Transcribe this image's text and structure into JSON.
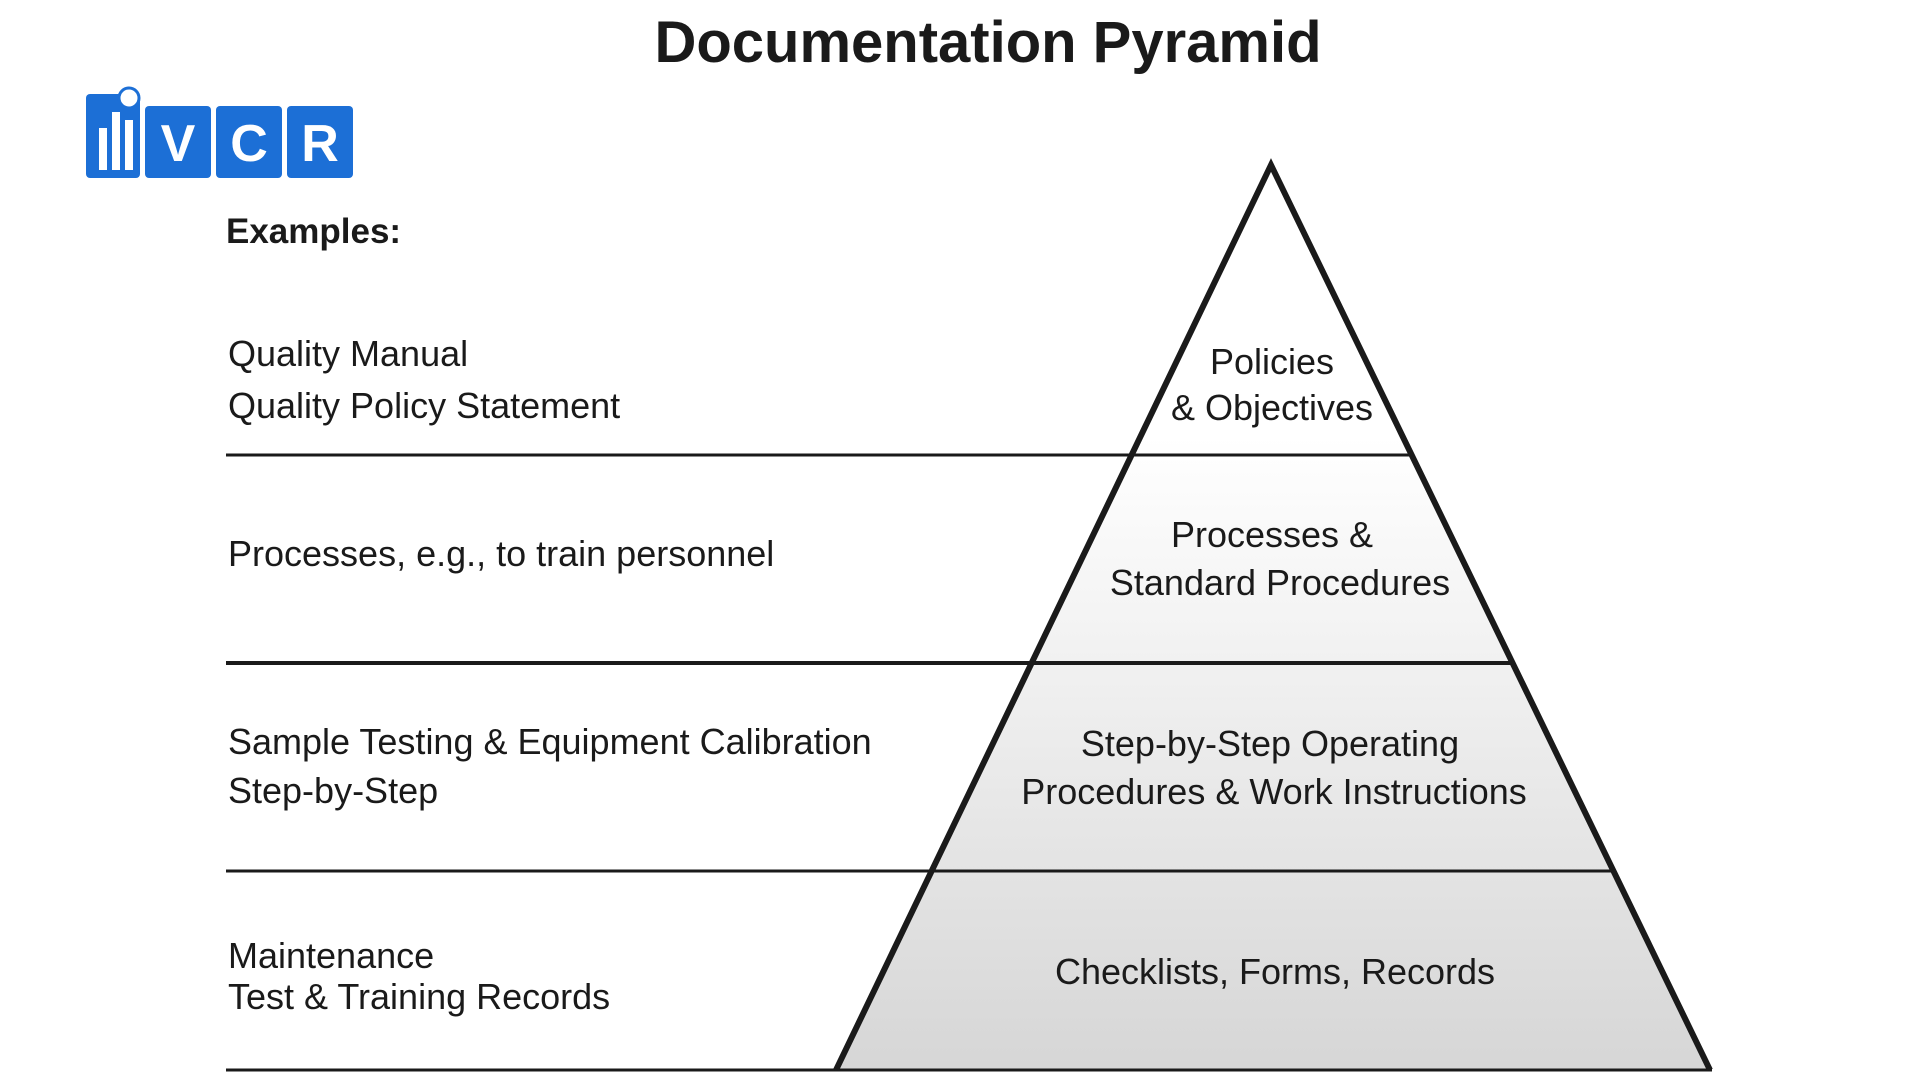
{
  "title": "Documentation Pyramid",
  "logo": {
    "letters": [
      "V",
      "C",
      "R"
    ],
    "color": "#1c6fd6"
  },
  "examples_heading": "Examples:",
  "levels": [
    {
      "tier_lines": [
        "Policies",
        "& Objectives"
      ],
      "example_lines": [
        "Quality Manual",
        "Quality Policy Statement"
      ],
      "fill": "#ffffff"
    },
    {
      "tier_lines": [
        "Processes &",
        "Standard Procedures"
      ],
      "example_lines": [
        "Processes, e.g., to train personnel"
      ],
      "fill": "#f3f3f3"
    },
    {
      "tier_lines": [
        "Step-by-Step Operating",
        "Procedures & Work Instructions"
      ],
      "example_lines": [
        "Sample Testing & Equipment Calibration",
        "Step-by-Step"
      ],
      "fill": "#e6e6e6"
    },
    {
      "tier_lines": [
        "Checklists, Forms, Records"
      ],
      "example_lines": [
        "Maintenance",
        "Test & Training Records"
      ],
      "fill": "#d9d9d9"
    }
  ],
  "colors": {
    "line": "#1a1a1a",
    "text": "#1a1a1a"
  }
}
